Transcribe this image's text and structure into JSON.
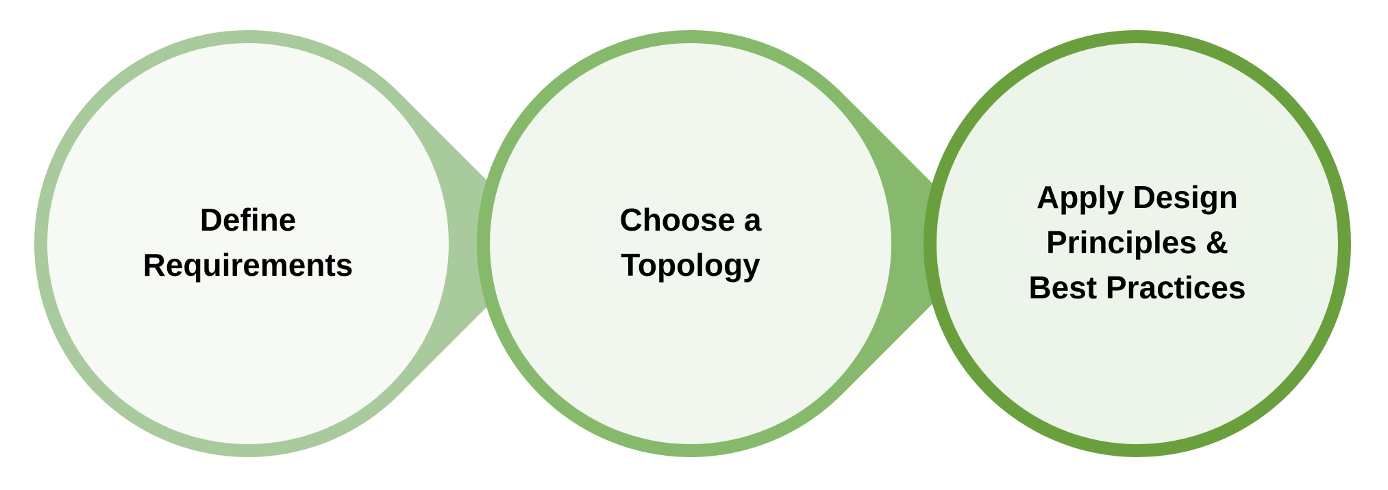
{
  "steps": [
    {
      "lines": [
        "Define",
        "Requirements"
      ],
      "ring_color": "#a9ca9c",
      "fill_color": "#f6f9f4",
      "has_arrow": true
    },
    {
      "lines": [
        "Choose a",
        "Topology"
      ],
      "ring_color": "#87b96c",
      "fill_color": "#f1f7ee",
      "has_arrow": true
    },
    {
      "lines": [
        "Apply Design",
        "Principles &",
        "Best Practices"
      ],
      "ring_color": "#6a9f3e",
      "fill_color": "#edf4e9",
      "has_arrow": false
    }
  ]
}
